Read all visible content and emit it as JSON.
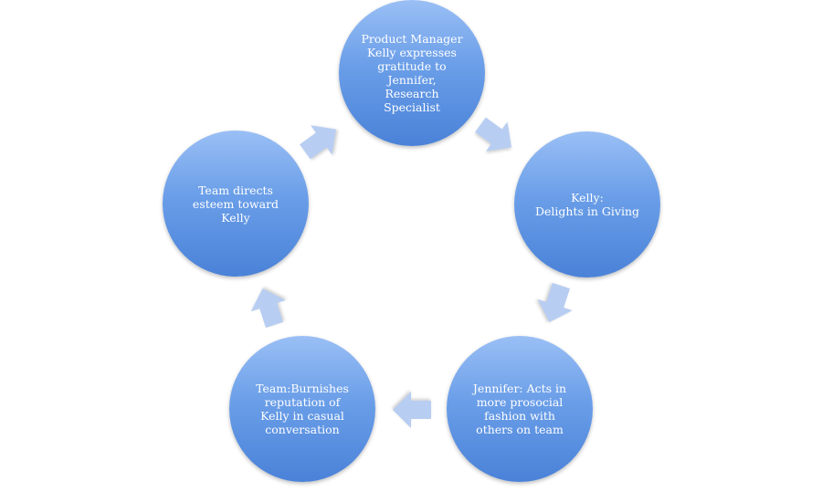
{
  "diagram": {
    "type": "cycle",
    "nodes": [
      {
        "id": "n1",
        "text": "Product Manager\nKelly expresses\ngratitude to\nJennifer,\nResearch\nSpecialist"
      },
      {
        "id": "n2",
        "text": "Kelly:\nDelights in Giving"
      },
      {
        "id": "n3",
        "text": "Jennifer: Acts in\nmore prosocial\nfashion with\nothers on team"
      },
      {
        "id": "n4",
        "text": "Team:Burnishes\nreputation of\nKelly in casual\nconversation"
      },
      {
        "id": "n5",
        "text": "Team directs\nesteem toward\nKelly"
      }
    ],
    "edges": [
      {
        "from": "n1",
        "to": "n2"
      },
      {
        "from": "n2",
        "to": "n3"
      },
      {
        "from": "n3",
        "to": "n4"
      },
      {
        "from": "n4",
        "to": "n5"
      },
      {
        "from": "n5",
        "to": "n1"
      }
    ],
    "colors": {
      "node_top": "#9abff5",
      "node_bottom": "#4a82d8",
      "arrow_fill": "#b8cdf2",
      "text": "#ffffff"
    }
  }
}
